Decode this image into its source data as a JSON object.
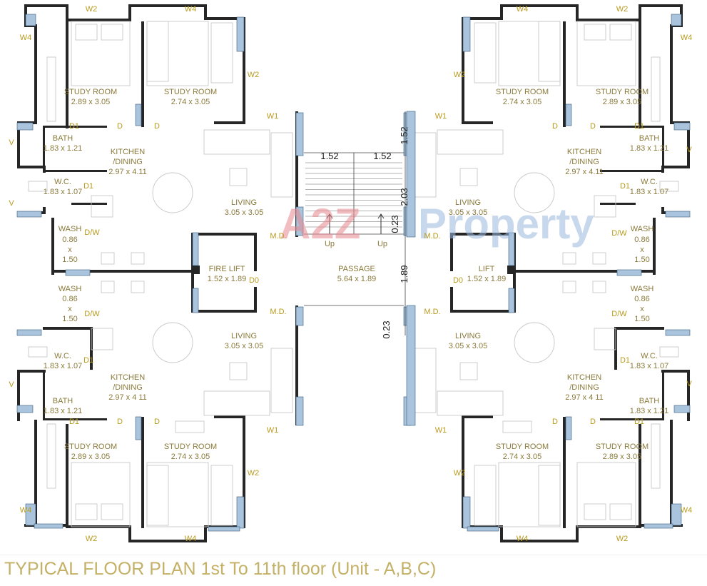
{
  "title": "TYPICAL FLOOR PLAN  1st To 11th floor (Unit - A,B,C)",
  "watermark": {
    "part1": "A2Z",
    "part2": "Property",
    "colors": {
      "a": "#e8888f",
      "two": "#e8c95a",
      "z": "#e8888f",
      "property": "#9bb9e0"
    }
  },
  "accent_colors": {
    "room_label": "#8a7a3a",
    "window_label": "#b89a1c",
    "wall": "#262626",
    "glass": "#a9c4dc"
  },
  "rooms": {
    "study_room": "STUDY ROOM",
    "study_289": "2.89 x 3.05",
    "study_274": "2.74 x 3.05",
    "bath": "BATH",
    "bath_size": "1.83 x 1.21",
    "wc": "W.C.",
    "wc_size": "1.83 x 1.07",
    "kitchen1": "KITCHEN",
    "kitchen2": "/DINING",
    "kitchen_size": "2.97 x 4.11",
    "kitchen_size_alt": "2.97 x 4 11",
    "living": "LIVING",
    "living_size": "3.05 x 3.05",
    "wash": "WASH",
    "wash_w": "0.86",
    "wash_x": "x",
    "wash_h": "1.50",
    "fire_lift": "FIRE LIFT",
    "lift": "LIFT",
    "lift_size": "1.52 x 1.89",
    "passage": "PASSAGE",
    "passage_size": "5.64 x 1.89",
    "up": "Up"
  },
  "codes": {
    "w1": "W1",
    "w2": "W2",
    "w4": "W4",
    "d": "D",
    "d0": "D0",
    "d1": "D1",
    "dw": "D/W",
    "md": "M.D.",
    "v": "V"
  },
  "dims": {
    "d152": "1.52",
    "d203": "2.03",
    "d023": "0.23",
    "d189": "1.89"
  }
}
